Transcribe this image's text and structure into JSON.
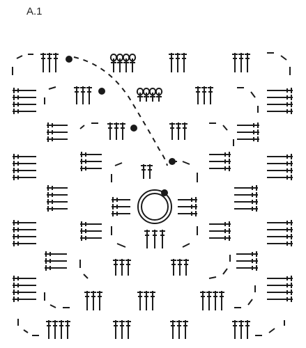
{
  "diagram": {
    "title": "A.1",
    "ink_color": "#1a1a1a",
    "symbols": [
      "double-crochet-stitch",
      "chain-dash",
      "slip-stitch-dot",
      "magic-ring",
      "puff-stitch"
    ]
  }
}
